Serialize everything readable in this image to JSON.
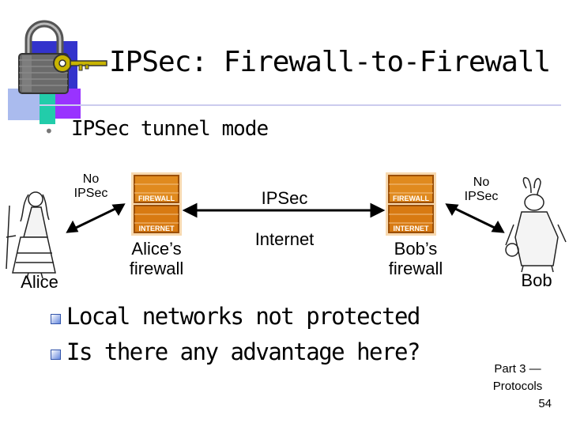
{
  "header": {
    "title": "IPSec: Firewall-to-Firewall"
  },
  "body": {
    "sub_bullet": "IPSec tunnel mode",
    "bullets": [
      "Local networks not protected",
      "Is there any advantage here?"
    ]
  },
  "diagram": {
    "left_no_ipsec": [
      "No",
      "IPSec"
    ],
    "right_no_ipsec": [
      "No",
      "IPSec"
    ],
    "tunnel_label": "IPSec",
    "internet_label": "Internet",
    "alice_label": "Alice",
    "bob_label": "Bob",
    "alice_firewall": [
      "Alice’s",
      "firewall"
    ],
    "bob_firewall": [
      "Bob’s",
      "firewall"
    ],
    "firewall_sign": [
      "FIREWALL",
      "INTERNET"
    ]
  },
  "footer": {
    "line1": "Part 3 —",
    "line2": "Protocols",
    "page_number": "54"
  },
  "colors": {
    "accent_blue": "#3333cc",
    "accent_teal": "#22ccaa",
    "accent_violet": "#9933ff",
    "firewall_orange": "#e08a1e"
  }
}
